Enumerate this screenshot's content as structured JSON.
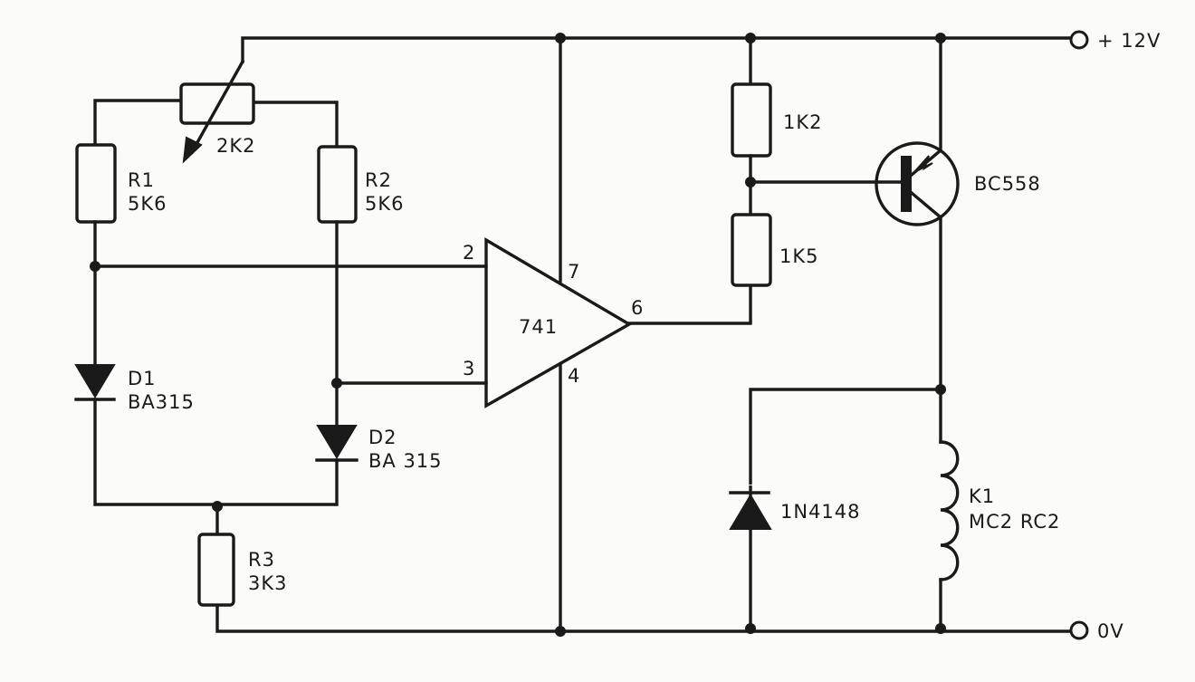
{
  "title": "Temperature-controlled relay circuit (741 op-amp bridge comparator)",
  "terminals": {
    "supply": "+ 12V",
    "ground": "0V"
  },
  "components": {
    "pot": {
      "ref": "",
      "value": "2K2",
      "type": "potentiometer"
    },
    "r1": {
      "ref": "R1",
      "value": "5K6",
      "type": "resistor"
    },
    "r2": {
      "ref": "R2",
      "value": "5K6",
      "type": "resistor"
    },
    "r3": {
      "ref": "R3",
      "value": "3K3",
      "type": "resistor"
    },
    "d1": {
      "ref": "D1",
      "value": "BA315",
      "type": "diode"
    },
    "d2": {
      "ref": "D2",
      "value": "BA 315",
      "type": "diode"
    },
    "opamp": {
      "value": "741",
      "pins": {
        "inv": "2",
        "noninv": "3",
        "vplus": "7",
        "vminus": "4",
        "out": "6"
      }
    },
    "r_top": {
      "value": "1K2",
      "type": "resistor"
    },
    "r_bot": {
      "value": "1K5",
      "type": "resistor"
    },
    "q1": {
      "value": "BC558",
      "type": "PNP transistor"
    },
    "d3": {
      "value": "1N4148",
      "type": "diode"
    },
    "k1": {
      "ref": "K1",
      "value": "MC2 RC2",
      "type": "relay coil"
    }
  }
}
